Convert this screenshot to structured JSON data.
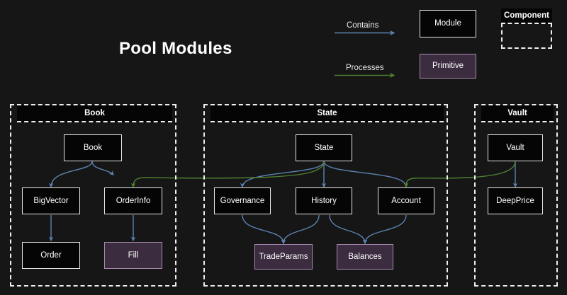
{
  "diagram": {
    "title": "Pool Modules",
    "background": "#161616",
    "colors": {
      "contains_edge": "#5b83b0",
      "processes_edge": "#4f7f33",
      "module_border": "#e8e8e8",
      "module_fill": "#050505",
      "primitive_border": "#a98bae",
      "primitive_fill": "#3b2c40",
      "group_border": "#efefef",
      "text": "#ffffff"
    }
  },
  "legend": {
    "contains_label": "Contains",
    "processes_label": "Processes",
    "module_label": "Module",
    "primitive_label": "Primitive",
    "component_label": "Component"
  },
  "groups": [
    {
      "id": "book",
      "label": "Book"
    },
    {
      "id": "state",
      "label": "State"
    },
    {
      "id": "vault",
      "label": "Vault"
    }
  ],
  "nodes": [
    {
      "id": "book",
      "label": "Book",
      "type": "module",
      "group": "book"
    },
    {
      "id": "bigvector",
      "label": "BigVector",
      "type": "module",
      "group": "book"
    },
    {
      "id": "orderinfo",
      "label": "OrderInfo",
      "type": "module",
      "group": "book"
    },
    {
      "id": "order",
      "label": "Order",
      "type": "module",
      "group": "book"
    },
    {
      "id": "fill",
      "label": "Fill",
      "type": "primitive",
      "group": "book"
    },
    {
      "id": "state",
      "label": "State",
      "type": "module",
      "group": "state"
    },
    {
      "id": "governance",
      "label": "Governance",
      "type": "module",
      "group": "state"
    },
    {
      "id": "history",
      "label": "History",
      "type": "module",
      "group": "state"
    },
    {
      "id": "account",
      "label": "Account",
      "type": "module",
      "group": "state"
    },
    {
      "id": "tradeparams",
      "label": "TradeParams",
      "type": "primitive",
      "group": "state"
    },
    {
      "id": "balances",
      "label": "Balances",
      "type": "primitive",
      "group": "state"
    },
    {
      "id": "vault",
      "label": "Vault",
      "type": "module",
      "group": "vault"
    },
    {
      "id": "deepprice",
      "label": "DeepPrice",
      "type": "module",
      "group": "vault"
    }
  ],
  "edges": [
    {
      "from": "book",
      "to": "bigvector",
      "kind": "contains"
    },
    {
      "from": "book",
      "to": "orderinfo",
      "kind": "contains"
    },
    {
      "from": "bigvector",
      "to": "order",
      "kind": "contains"
    },
    {
      "from": "orderinfo",
      "to": "fill",
      "kind": "contains"
    },
    {
      "from": "state",
      "to": "governance",
      "kind": "contains"
    },
    {
      "from": "state",
      "to": "history",
      "kind": "contains"
    },
    {
      "from": "state",
      "to": "account",
      "kind": "contains"
    },
    {
      "from": "governance",
      "to": "tradeparams",
      "kind": "contains"
    },
    {
      "from": "history",
      "to": "tradeparams",
      "kind": "contains"
    },
    {
      "from": "history",
      "to": "balances",
      "kind": "contains"
    },
    {
      "from": "account",
      "to": "balances",
      "kind": "contains"
    },
    {
      "from": "vault",
      "to": "deepprice",
      "kind": "contains"
    },
    {
      "from": "state",
      "to": "orderinfo",
      "kind": "processes"
    },
    {
      "from": "vault",
      "to": "account",
      "kind": "processes"
    }
  ]
}
